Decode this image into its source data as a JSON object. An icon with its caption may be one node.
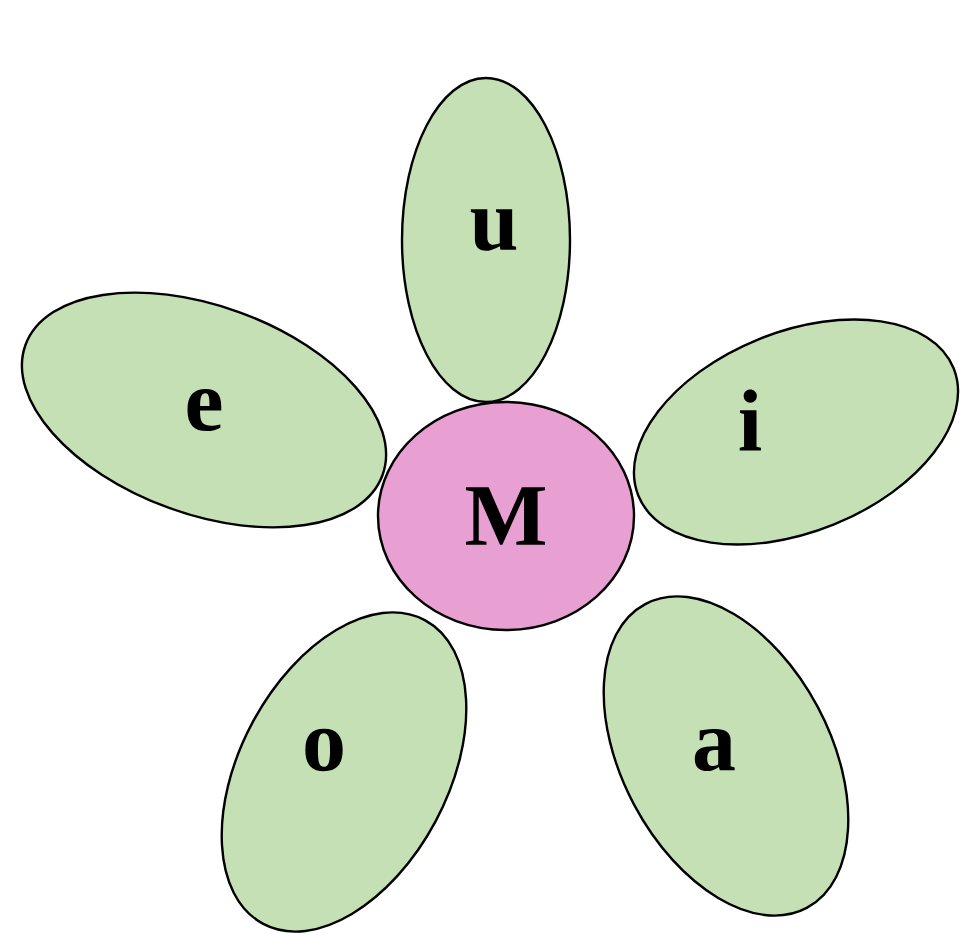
{
  "diagram": {
    "nodes": [
      {
        "text": [
          "u"
        ]
      },
      {
        "text": [
          "e"
        ]
      },
      {
        "text": [
          "i"
        ]
      },
      {
        "text": [
          "M"
        ]
      },
      {
        "text": [
          "o"
        ]
      },
      {
        "text": [
          "a"
        ]
      }
    ]
  }
}
